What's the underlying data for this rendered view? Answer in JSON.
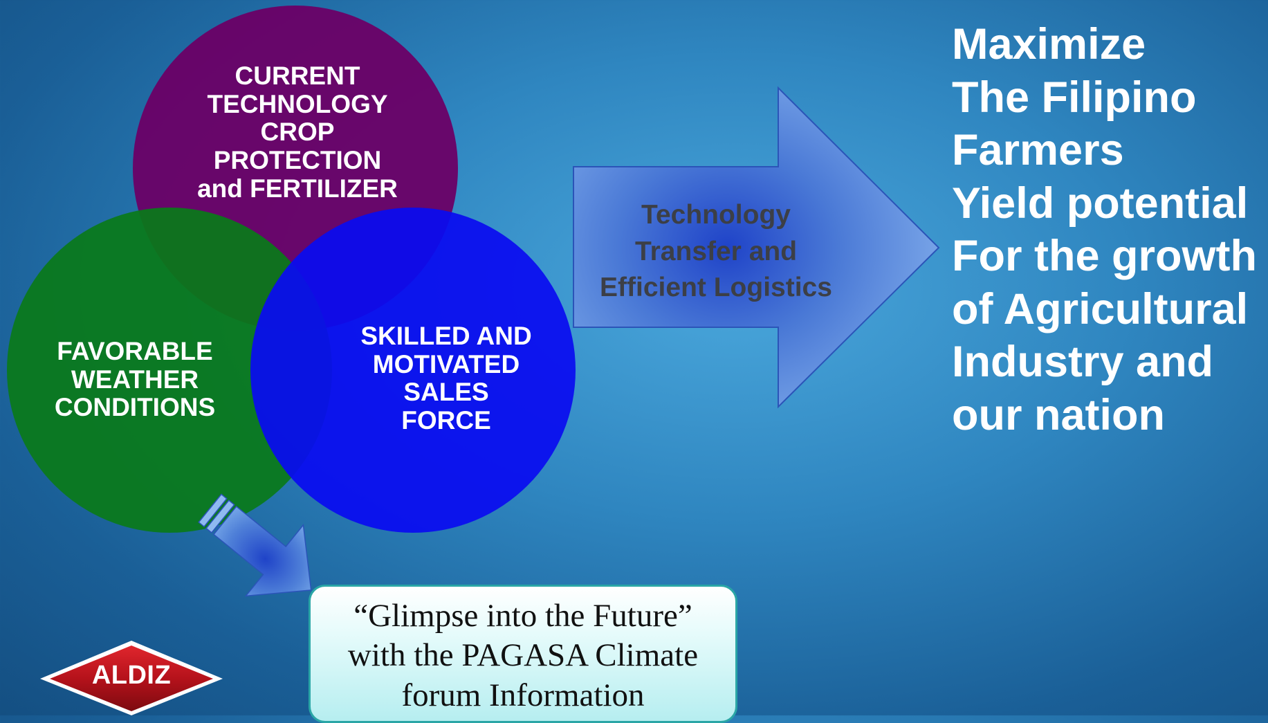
{
  "diagram": {
    "circles": [
      {
        "id": "top",
        "label": "CURRENT\nTECHNOLOGY\nCROP\nPROTECTION\nand FERTILIZER",
        "color": "#6b0066"
      },
      {
        "id": "left",
        "label": "FAVORABLE\nWEATHER\nCONDITIONS",
        "color": "#0a7a1a"
      },
      {
        "id": "right",
        "label": "SKILLED AND\nMOTIVATED\nSALES\nFORCE",
        "color": "#0a0cf0"
      }
    ],
    "arrow_label": "Technology\nTransfer and\nEfficient Logistics",
    "result_lines": [
      "Maximize",
      "The Filipino",
      "Farmers",
      "Yield potential",
      "For the growth",
      "of Agricultural",
      "Industry and",
      "our nation"
    ],
    "forum_box_text": "“Glimpse into the Future”\nwith the PAGASA Climate\nforum Information",
    "logo_text": "ALDIZ"
  },
  "colors": {
    "arrow_fill": "#4f80d8",
    "arrow_center": "#1f43c8",
    "logo_red": "#b5121b"
  }
}
